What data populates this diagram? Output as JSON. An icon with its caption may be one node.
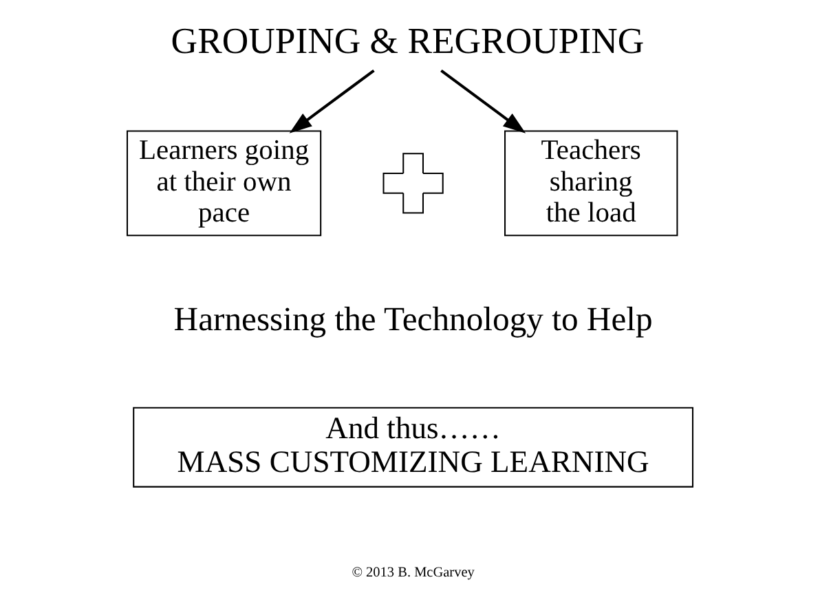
{
  "diagram": {
    "nodes": [
      {
        "text": [
          "GROUPING & REGROUPING"
        ]
      },
      {
        "text": [
          "Learners going at their own pace"
        ]
      },
      {
        "text": [],
        "shape": "cross"
      },
      {
        "text": [
          "Teachers sharing the load"
        ]
      },
      {
        "text": [
          "And thus……",
          "MASS CUSTOMIZING LEARNING"
        ]
      }
    ],
    "edges": [
      {
        "from": 0,
        "to": 1,
        "arrow": "to"
      },
      {
        "from": 0,
        "to": 3,
        "arrow": "to"
      }
    ],
    "labels": [
      "Harnessing the Technology to Help",
      "© 2013 B. McGarvey"
    ]
  }
}
